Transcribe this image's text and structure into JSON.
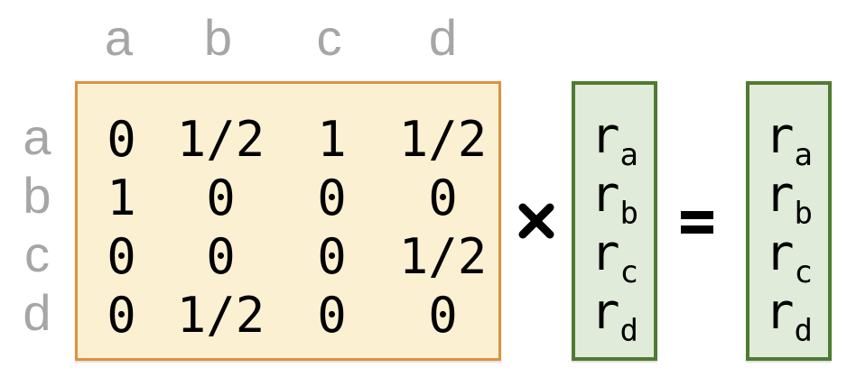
{
  "colors": {
    "matrix_border": "#DD9140",
    "matrix_fill": "#FBF0D2",
    "vector_border": "#4F7B32",
    "vector_fill": "#E1EBD9",
    "label_gray": "#A6A6A6",
    "value_black": "#000000"
  },
  "column_headers": [
    "a",
    "b",
    "c",
    "d"
  ],
  "row_headers": [
    "a",
    "b",
    "c",
    "d"
  ],
  "matrix_rows": [
    [
      "0",
      "1/2",
      "1",
      "1/2"
    ],
    [
      "1",
      "0",
      "0",
      "0"
    ],
    [
      "0",
      "0",
      "0",
      "1/2"
    ],
    [
      "0",
      "1/2",
      "0",
      "0"
    ]
  ],
  "operators": {
    "multiply": "×",
    "equals": "="
  },
  "left_vector": {
    "entries": [
      {
        "base": "r",
        "sub": "a"
      },
      {
        "base": "r",
        "sub": "b"
      },
      {
        "base": "r",
        "sub": "c"
      },
      {
        "base": "r",
        "sub": "d"
      }
    ]
  },
  "right_vector": {
    "entries": [
      {
        "base": "r",
        "sub": "a"
      },
      {
        "base": "r",
        "sub": "b"
      },
      {
        "base": "r",
        "sub": "c"
      },
      {
        "base": "r",
        "sub": "d"
      }
    ]
  }
}
